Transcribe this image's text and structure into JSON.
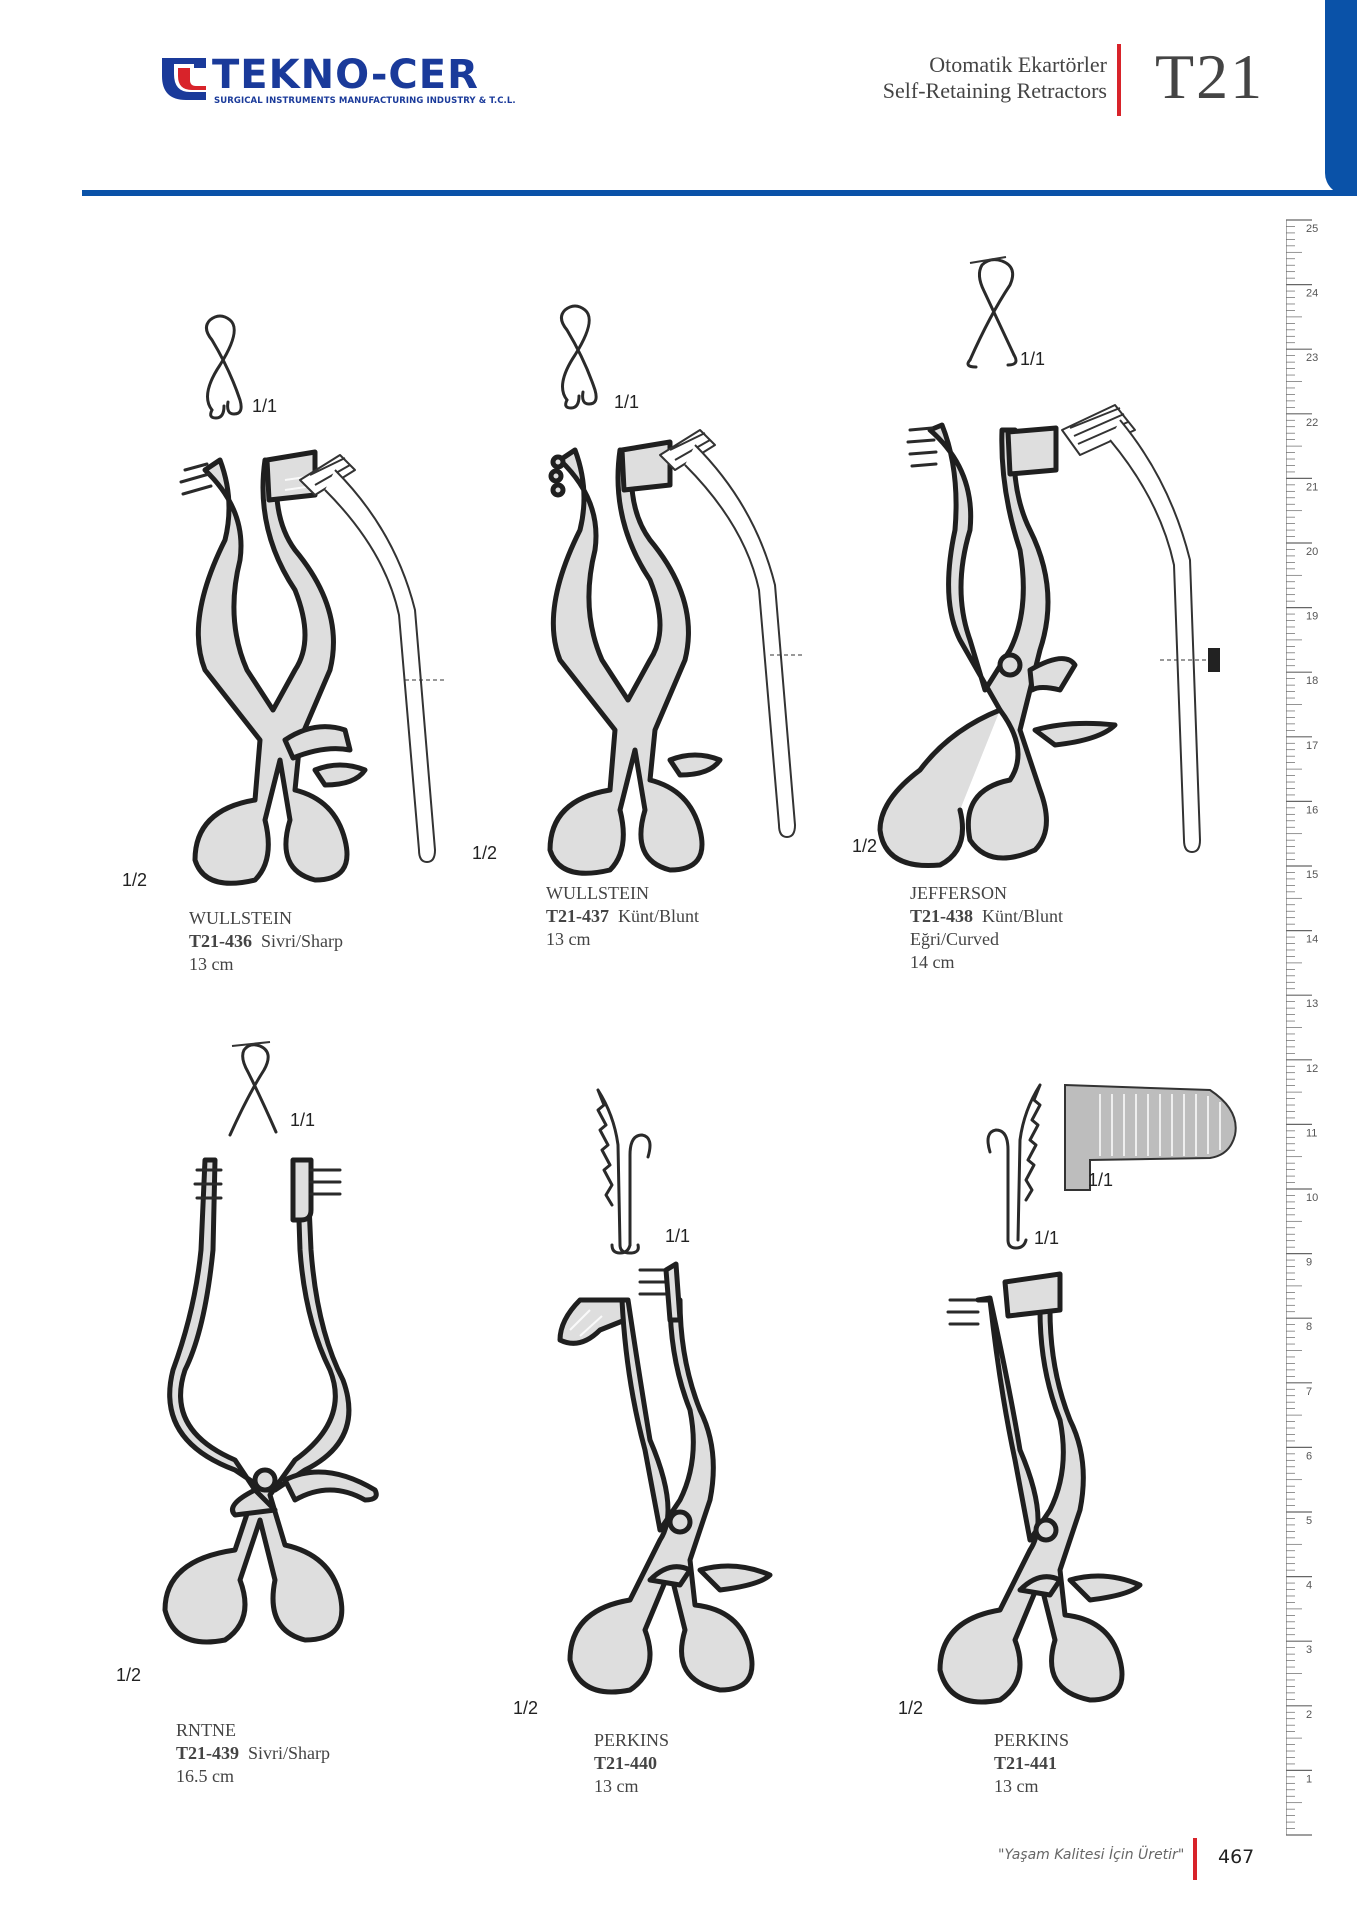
{
  "header": {
    "logo_name": "TEKNO-CER",
    "logo_tagline": "SURGICAL INSTRUMENTS MANUFACTURING INDUSTRY & T.C.L.",
    "category_tr": "Otomatik Ekartörler",
    "category_en": "Self-Retaining Retractors",
    "section_code": "T21"
  },
  "colors": {
    "brand_blue": "#0a52a8",
    "accent_red": "#d8232a"
  },
  "ruler": {
    "unit": "cm",
    "labels": [
      "25",
      "24",
      "23",
      "22",
      "21",
      "20",
      "19",
      "18",
      "17",
      "16",
      "15",
      "14",
      "13",
      "12",
      "11",
      "10",
      "9",
      "8",
      "7",
      "6",
      "5",
      "4",
      "3",
      "2",
      "1"
    ]
  },
  "products": [
    {
      "name": "WULLSTEIN",
      "code": "T21-436",
      "tip": "Sivri/Sharp",
      "extra": "",
      "length": "13 cm",
      "scale_detail": "1/1",
      "scale_main": "1/2"
    },
    {
      "name": "WULLSTEIN",
      "code": "T21-437",
      "tip": "Künt/Blunt",
      "extra": "",
      "length": "13 cm",
      "scale_detail": "1/1",
      "scale_main": "1/2"
    },
    {
      "name": "JEFFERSON",
      "code": "T21-438",
      "tip": "Künt/Blunt",
      "extra": "Eğri/Curved",
      "length": "14 cm",
      "scale_detail": "1/1",
      "scale_main": "1/2"
    },
    {
      "name": "RNTNE",
      "code": "T21-439",
      "tip": "Sivri/Sharp",
      "extra": "",
      "length": "16.5 cm",
      "scale_detail": "1/1",
      "scale_main": "1/2"
    },
    {
      "name": "PERKINS",
      "code": "T21-440",
      "tip": "",
      "extra": "",
      "length": "13 cm",
      "scale_detail": "1/1",
      "scale_main": "1/2"
    },
    {
      "name": "PERKINS",
      "code": "T21-441",
      "tip": "",
      "extra": "",
      "length": "13 cm",
      "scale_detail": "1/1",
      "scale_detail_2": "1/1",
      "scale_main": "1/2"
    }
  ],
  "footer": {
    "slogan": "\"Yaşam Kalitesi İçin Üretir\"",
    "page_number": "467"
  }
}
